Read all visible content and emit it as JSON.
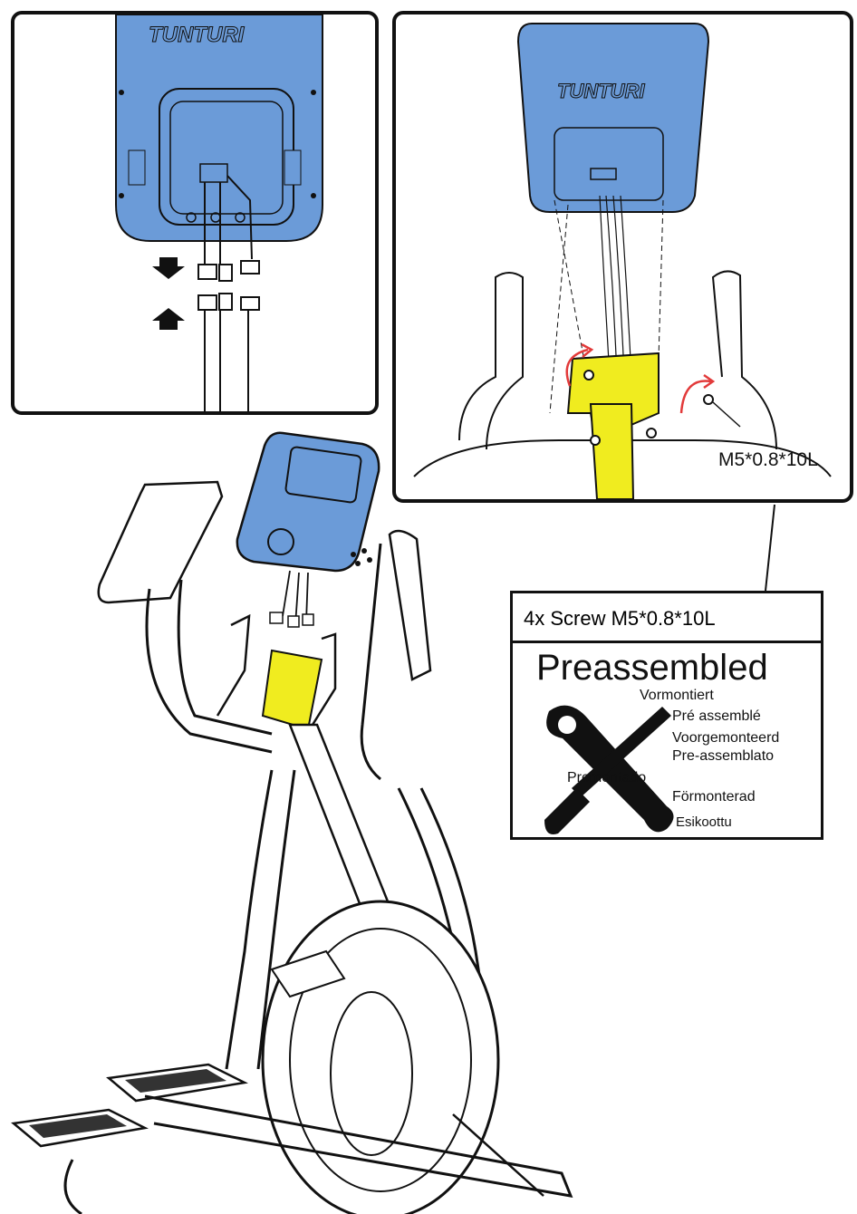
{
  "brand": "TUNTURI",
  "callout_screw": "M5*0.8*10L",
  "screw_label": "4x  Screw M5*0.8*10L",
  "preassembled": {
    "title": "Preassembled",
    "languages": [
      "Vormontiert",
      "Pré assemblé",
      "Voorgemonteerd",
      "Pre-assemblato",
      "Premontado",
      "Förmonterad",
      "Esikoottu"
    ]
  },
  "colors": {
    "console_blue": "#6b9bd8",
    "bracket_yellow": "#f0ec1f",
    "arrow_red": "#e23a3a",
    "line": "#111111"
  },
  "icons": [
    "arrow-down-icon",
    "arrow-up-icon",
    "wrench-screwdriver-icon",
    "rotate-arrow-icon"
  ]
}
